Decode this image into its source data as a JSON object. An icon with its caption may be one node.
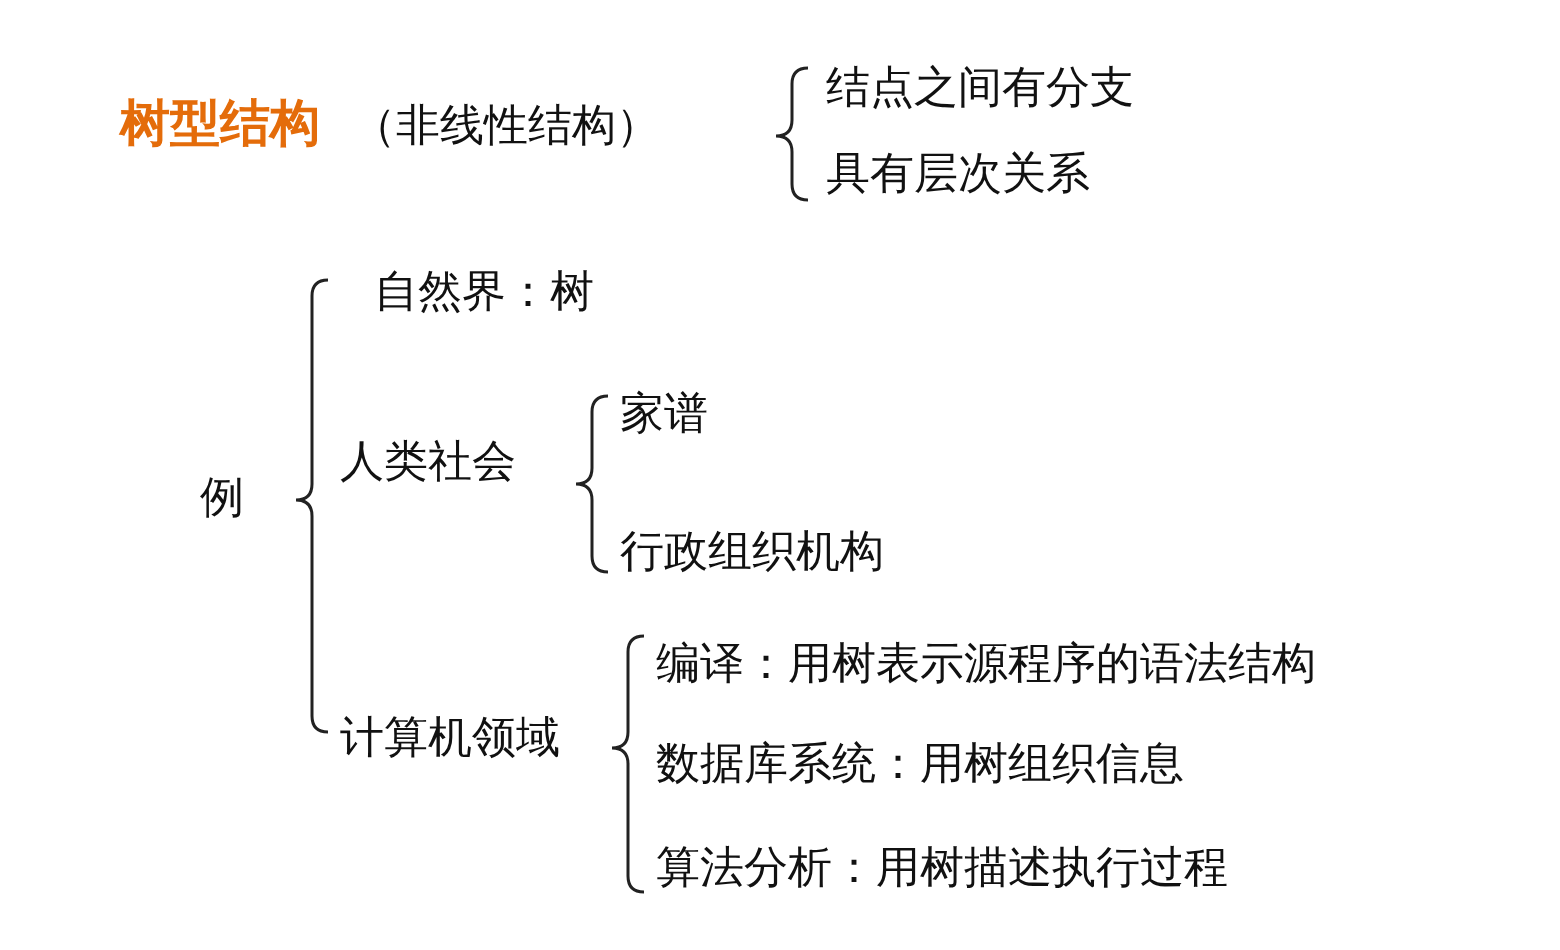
{
  "diagram": {
    "title": "树型结构",
    "labels": [
      "（非线性结构）",
      "结点之间有分支",
      "具有层次关系",
      "例",
      "自然界：树",
      "人类社会",
      "家谱",
      "行政组织机构",
      "计算机领域",
      "编译：用树表示源程序的语法结构",
      "数据库系统：用树组织信息",
      "算法分析：用树描述执行过程"
    ]
  }
}
